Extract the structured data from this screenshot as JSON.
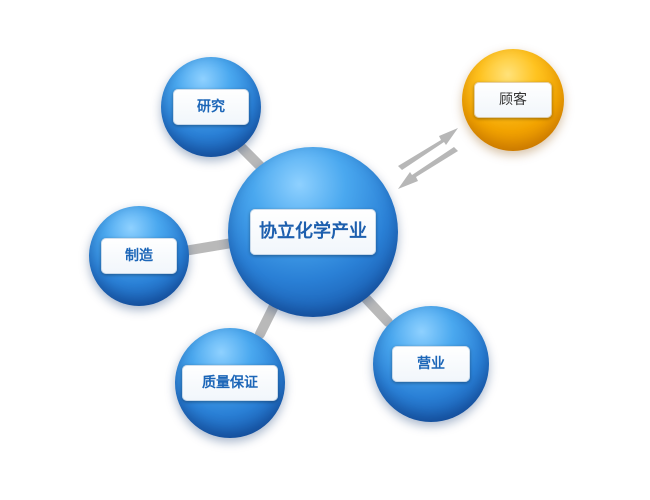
{
  "diagram": {
    "center": {
      "label": "协立化学产业"
    },
    "satellites": {
      "research": {
        "label": "研究"
      },
      "manufacturing": {
        "label": "制造"
      },
      "quality": {
        "label": "质量保证"
      },
      "sales": {
        "label": "营业"
      }
    },
    "customer": {
      "label": "顾客"
    },
    "colors": {
      "node_blue": "#2a80d6",
      "node_gold": "#f2a300",
      "label_text": "#1c66b8",
      "connector": "#bdbdbd"
    }
  }
}
